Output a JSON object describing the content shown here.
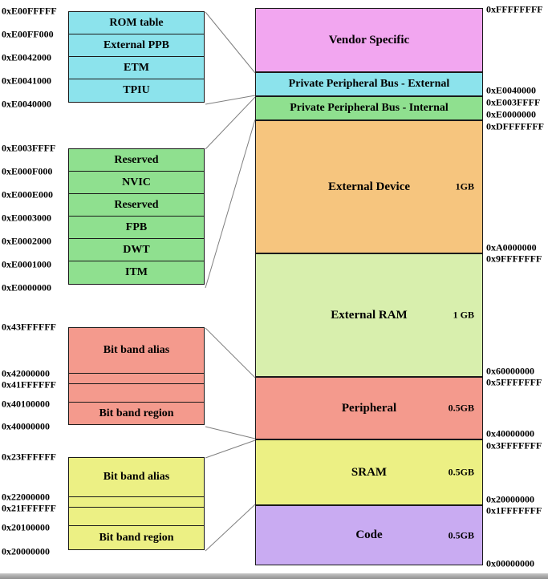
{
  "left_blocks": [
    {
      "rows": [
        "ROM table",
        "External PPB",
        "ETM",
        "TPIU"
      ],
      "addresses": [
        "0xE00FFFFF",
        "0xE00FF000",
        "0xE0042000",
        "0xE0041000",
        "0xE0040000"
      ]
    },
    {
      "rows": [
        "Reserved",
        "NVIC",
        "Reserved",
        "FPB",
        "DWT",
        "ITM"
      ],
      "addresses": [
        "0xE003FFFF",
        "0xE000F000",
        "0xE000E000",
        "0xE0003000",
        "0xE0002000",
        "0xE0001000",
        "0xE0000000"
      ]
    },
    {
      "rows": [
        "Bit band alias",
        "",
        "",
        "Bit band region"
      ],
      "addresses": [
        "0x43FFFFFF",
        "0x42000000",
        "0x41FFFFFF",
        "0x40100000",
        "0x40000000"
      ]
    },
    {
      "rows": [
        "Bit band alias",
        "",
        "",
        "Bit band region"
      ],
      "addresses": [
        "0x23FFFFFF",
        "0x22000000",
        "0x21FFFFFF",
        "0x20100000",
        "0x20000000"
      ]
    }
  ],
  "memory_map": {
    "regions": [
      {
        "label": "Vendor Specific",
        "size": ""
      },
      {
        "label": "Private Peripheral Bus - External",
        "size": ""
      },
      {
        "label": "Private Peripheral Bus - Internal",
        "size": ""
      },
      {
        "label": "External Device",
        "size": "1GB"
      },
      {
        "label": "External RAM",
        "size": "1 GB"
      },
      {
        "label": "Peripheral",
        "size": "0.5GB"
      },
      {
        "label": "SRAM",
        "size": "0.5GB"
      },
      {
        "label": "Code",
        "size": "0.5GB"
      }
    ],
    "addresses": [
      "0xFFFFFFFF",
      "0xE0040000",
      "0xE003FFFF",
      "0xE0000000",
      "0xDFFFFFFF",
      "0xA0000000",
      "0x9FFFFFFF",
      "0x60000000",
      "0x5FFFFFFF",
      "0x40000000",
      "0x3FFFFFFF",
      "0x20000000",
      "0x1FFFFFFF",
      "0x00000000"
    ]
  },
  "colors": {
    "cyan": "#8ce3ec",
    "green": "#8fe08f",
    "salmon": "#f49a8d",
    "yellow": "#ecf084",
    "pink": "#f2a6f0",
    "orange": "#f6c57e",
    "light_green": "#d8efad",
    "purple": "#c9abf2"
  }
}
